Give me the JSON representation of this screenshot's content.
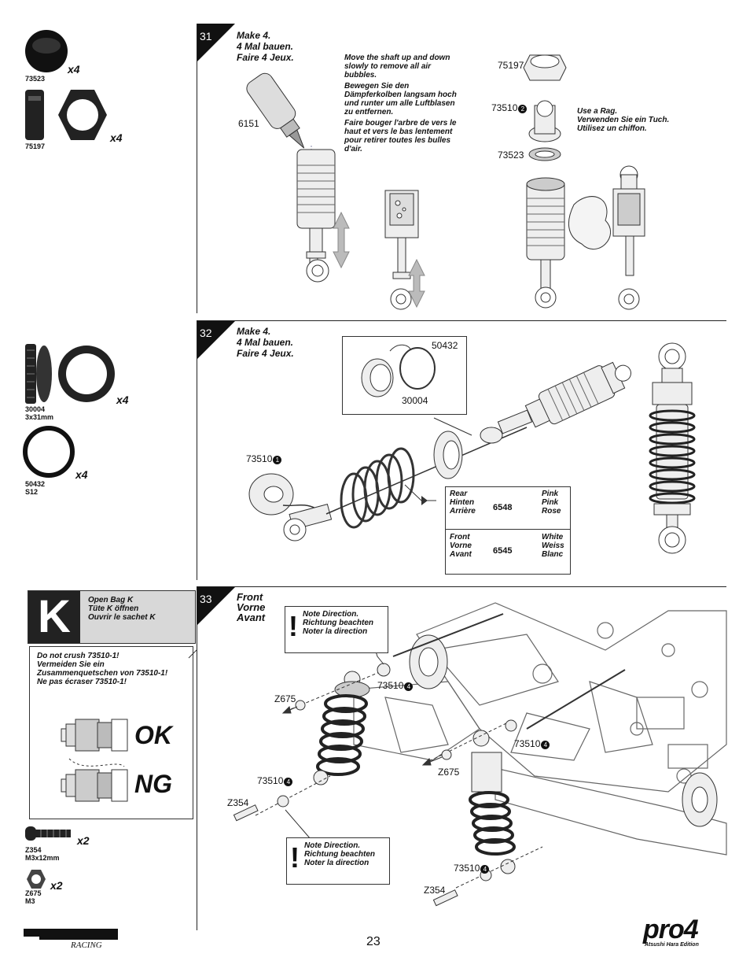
{
  "parts_left": {
    "p73523": {
      "code": "73523",
      "qty": "x4"
    },
    "p75197": {
      "code": "75197",
      "qty": "x4"
    },
    "p30004": {
      "code": "30004",
      "size": "3x31mm",
      "qty": "x4"
    },
    "p50432": {
      "code": "50432",
      "size": "S12",
      "qty": "x4"
    },
    "pZ354": {
      "code": "Z354",
      "size": "M3x12mm",
      "qty": "x2"
    },
    "pZ675": {
      "code": "Z675",
      "size": "M3",
      "qty": "x2"
    }
  },
  "step31": {
    "number": "31",
    "title": [
      "Make 4.",
      "4 Mal bauen.",
      "Faire 4 Jeux."
    ],
    "instruction_en": "Move the shaft up and down slowly to remove all air bubbles.",
    "instruction_de": "Bewegen Sie den Dämpferkolben langsam hoch und runter um alle Luftblasen zu entfernen.",
    "instruction_fr": "Faire bouger l'arbre de vers le haut et vers le bas lentement pour retirer toutes les bulles d'air.",
    "rag_note": [
      "Use a Rag.",
      "Verwenden Sie ein Tuch.",
      "Utilisez un chiffon."
    ],
    "labels": {
      "oil": "6151",
      "cap": "75197",
      "cap_end": "73510",
      "cap_end_badge": "2",
      "oring": "73523"
    }
  },
  "step32": {
    "number": "32",
    "title": [
      "Make 4.",
      "4 Mal bauen.",
      "Faire 4 Jeux."
    ],
    "inset": {
      "upper": "50432",
      "lower": "30004"
    },
    "retainer": "73510",
    "retainer_badge": "1",
    "springs": [
      {
        "pos": [
          "Rear",
          "Hinten",
          "Arrière"
        ],
        "code": "6548",
        "color": [
          "Pink",
          "Pink",
          "Rose"
        ]
      },
      {
        "pos": [
          "Front",
          "Vorne",
          "Avant"
        ],
        "code": "6545",
        "color": [
          "White",
          "Weiss",
          "Blanc"
        ]
      }
    ]
  },
  "bag": {
    "letter": "K",
    "text": [
      "Open Bag K",
      "Tüte K öffnen",
      "Ouvrir le sachet K"
    ],
    "warning": [
      "Do not crush 73510-1!",
      "Vermeiden Sie ein",
      "Zusammenquetschen von 73510-1!",
      "Ne pas écraser 73510-1!"
    ],
    "ok": "OK",
    "ng": "NG"
  },
  "step33": {
    "number": "33",
    "title": [
      "Front",
      "Vorne",
      "Avant"
    ],
    "note_direction": [
      "Note Direction.",
      "Richtung beachten",
      "Noter la direction"
    ],
    "callouts": {
      "c73510": "73510",
      "c73510_badge": "4",
      "z675": "Z675",
      "z354": "Z354"
    }
  },
  "footer": {
    "page_number": "23",
    "brand_left": "HPI RACING",
    "brand_right": "pro4",
    "brand_right_sub": "Atsushi Hara Edition"
  }
}
